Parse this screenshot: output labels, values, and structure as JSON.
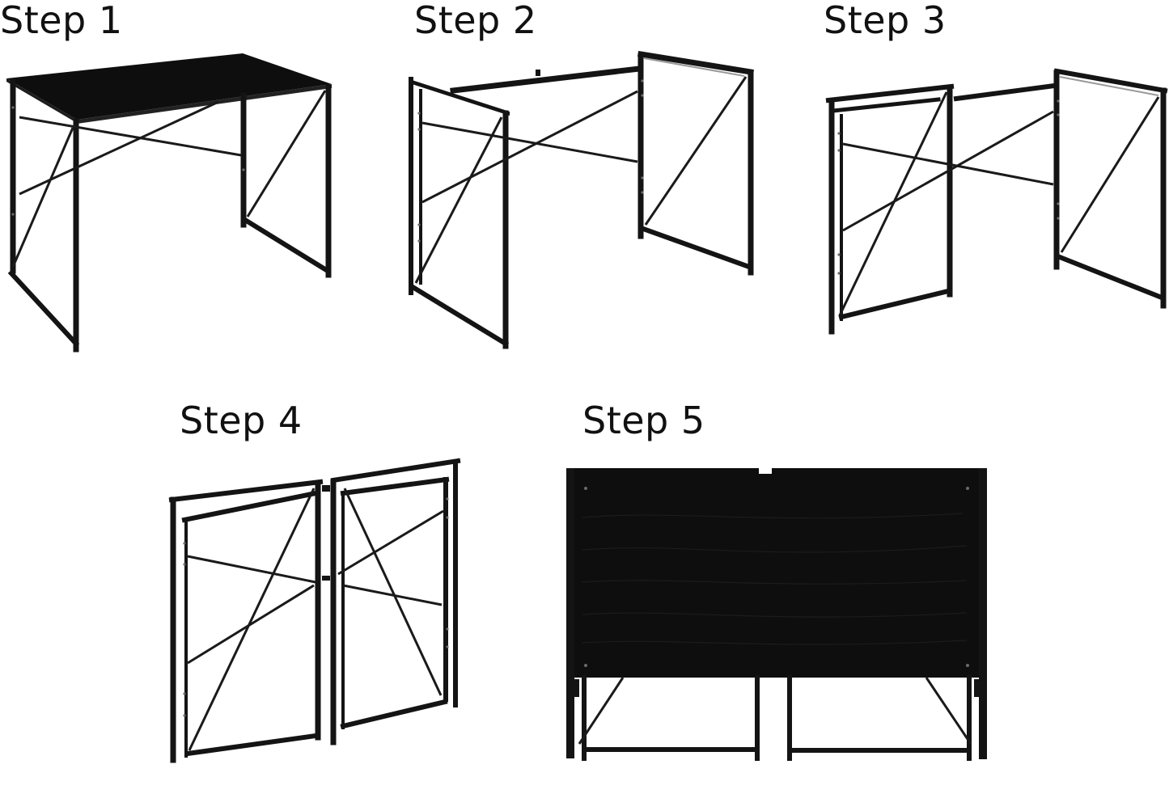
{
  "title": "Folding desk steps",
  "colors": {
    "frame": "#141414",
    "top": "#0e0e0e",
    "background": "#ffffff"
  },
  "steps": [
    {
      "number": 1,
      "label": "Step 1",
      "state": "desk fully assembled with black top"
    },
    {
      "number": 2,
      "label": "Step 2",
      "state": "top removed, left leg frame swinging inward"
    },
    {
      "number": 3,
      "label": "Step 3",
      "state": "left leg frame folded flat against crossbar"
    },
    {
      "number": 4,
      "label": "Step 4",
      "state": "both leg frames folded into flat panels"
    },
    {
      "number": 5,
      "label": "Step 5",
      "state": "desk fully folded flat, black top facing viewer"
    }
  ]
}
